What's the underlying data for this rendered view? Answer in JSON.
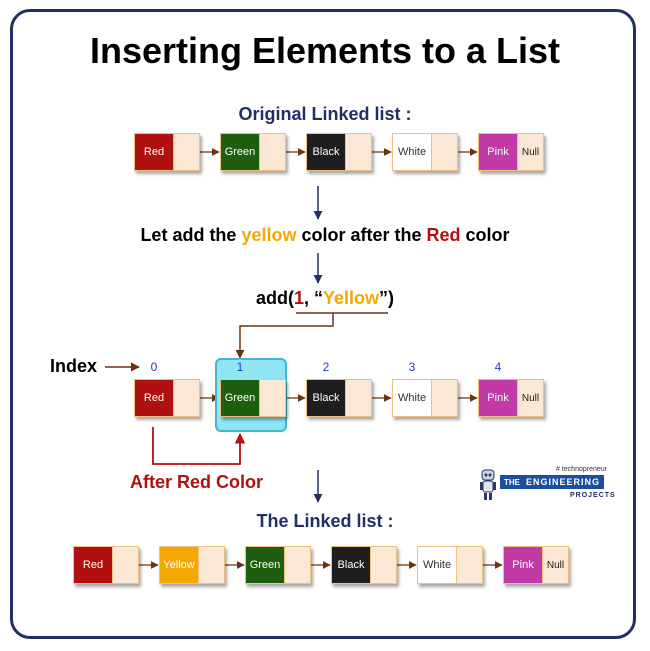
{
  "title": "Inserting Elements to a List",
  "original_heading": "Original Linked list :",
  "original_list": [
    {
      "label": "Red",
      "color": "#b01010"
    },
    {
      "label": "Green",
      "color": "#1e5e0e"
    },
    {
      "label": "Black",
      "color": "#1e1e1e"
    },
    {
      "label": "White",
      "color": "#ffffff",
      "text_color": "#333333"
    },
    {
      "label": "Pink",
      "color": "#c23aa8"
    }
  ],
  "null_label": "Null",
  "instruction": {
    "p1": "Let add the ",
    "p2": "yellow",
    "p3": " color after the ",
    "p4": "Red",
    "p5": " color"
  },
  "code": {
    "p1": "add(",
    "p2": "1",
    "p3": ", “",
    "p4": "Yellow",
    "p5": "”)"
  },
  "index_label": "Index",
  "indices": [
    "0",
    "1",
    "2",
    "3",
    "4"
  ],
  "after_label": "After Red Color",
  "result_heading": "The Linked list :",
  "result_list": [
    {
      "label": "Red",
      "color": "#b01010"
    },
    {
      "label": "Yellow",
      "color": "#f5a800"
    },
    {
      "label": "Green",
      "color": "#1e5e0e"
    },
    {
      "label": "Black",
      "color": "#1e1e1e"
    },
    {
      "label": "White",
      "color": "#ffffff",
      "text_color": "#333333"
    },
    {
      "label": "Pink",
      "color": "#c23aa8"
    }
  ],
  "logo": {
    "hashtag": "# technopreneur",
    "the": "THE",
    "name": "ENGINEERING",
    "sub": "PROJECTS"
  },
  "colors": {
    "navy": "#233064",
    "arrow": "#6b3410",
    "accent_yellow": "#f5a800",
    "accent_red": "#b01010",
    "highlight": "#8fe6f2"
  }
}
